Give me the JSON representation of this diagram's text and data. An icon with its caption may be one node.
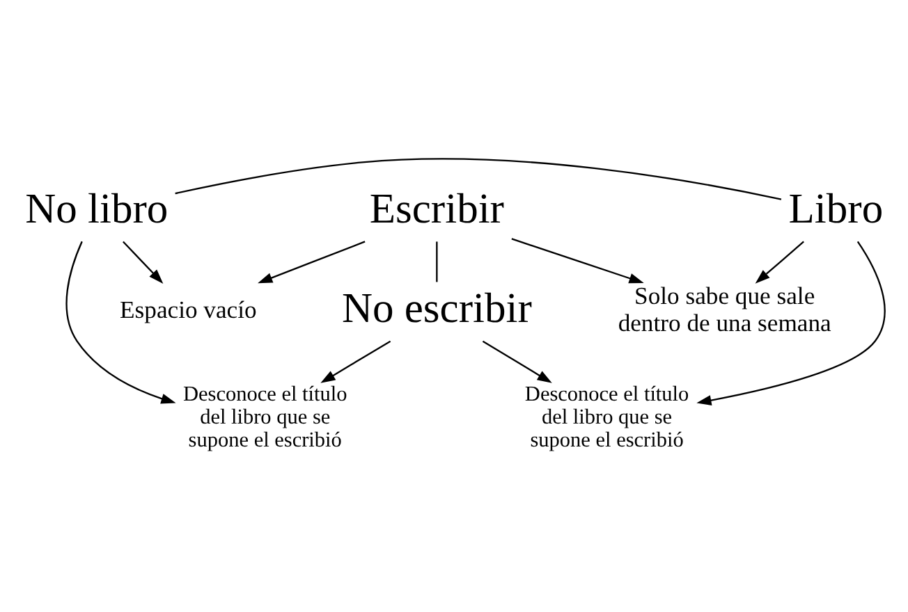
{
  "diagram": {
    "nodes": [
      {
        "text": [
          "Escribir"
        ]
      },
      {
        "text": [
          "No libro"
        ]
      },
      {
        "text": [
          "Libro"
        ]
      },
      {
        "text": [
          "No escribir"
        ]
      },
      {
        "text": [
          "Espacio vacío"
        ]
      },
      {
        "text": [
          "Solo sabe que sale dentro de una semana"
        ]
      },
      {
        "text": [
          "Desconoce el título del libro que se supone el escribió"
        ]
      },
      {
        "text": [
          "Desconoce el título del libro que se supone el escribió"
        ]
      }
    ],
    "edges": [
      {
        "from": 0,
        "to": 3,
        "arrow": "none"
      },
      {
        "from": 1,
        "to": 2,
        "arrow": "none"
      },
      {
        "from": 0,
        "to": 4,
        "arrow": "to"
      },
      {
        "from": 0,
        "to": 5,
        "arrow": "to"
      },
      {
        "from": 1,
        "to": 4,
        "arrow": "to"
      },
      {
        "from": 1,
        "to": 6,
        "arrow": "to"
      },
      {
        "from": 2,
        "to": 5,
        "arrow": "to"
      },
      {
        "from": 2,
        "to": 7,
        "arrow": "to"
      },
      {
        "from": 3,
        "to": 6,
        "arrow": "to"
      },
      {
        "from": 3,
        "to": 7,
        "arrow": "to"
      }
    ]
  }
}
